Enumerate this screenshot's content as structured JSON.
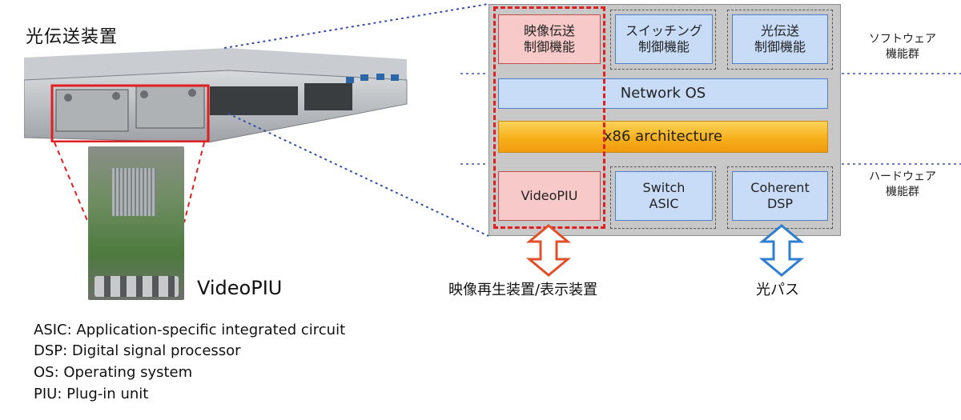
{
  "title": "光伝送装置",
  "piu_label": "VideoPIU",
  "abbreviations": [
    "ASIC: Application-specific integrated circuit",
    "DSP: Digital signal processor",
    "OS: Operating system",
    "PIU: Plug-in unit"
  ],
  "software_functions": [
    "映像伝送\n制御機能",
    "スイッチング\n制御機能",
    "光伝送\n制御機能"
  ],
  "network_os": "Network OS",
  "x86": "x86 architecture",
  "hardware": [
    "VideoPIU",
    "Switch\nASIC",
    "Coherent\nDSP"
  ],
  "layer_labels": {
    "software": "ソフトウェア\n機能群",
    "hardware": "ハードウェア\n機能群"
  },
  "bottom_labels": {
    "video": "映像再生装置/表示装置",
    "optical": "光パス"
  },
  "colors": {
    "highlight_red": "#e02020",
    "blue_arrow": "#2f7fd0",
    "red_arrow": "#e0502a"
  }
}
